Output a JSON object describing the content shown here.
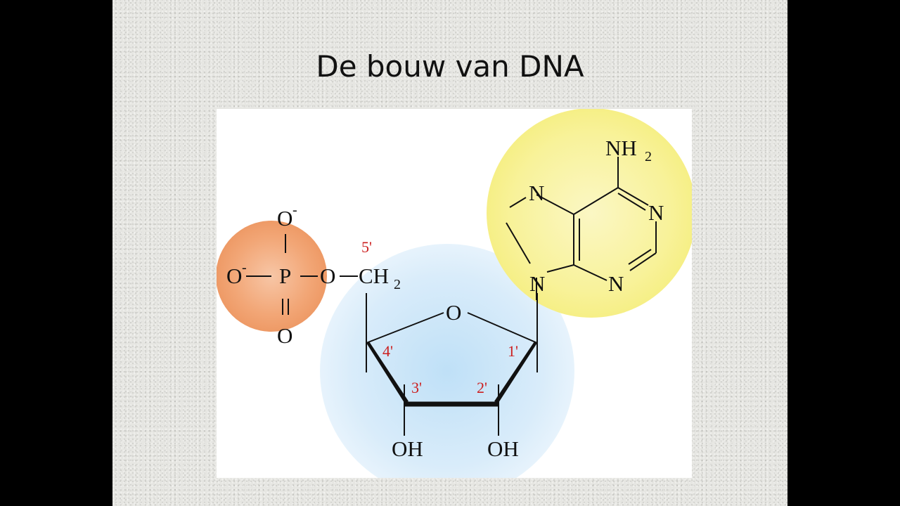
{
  "slide": {
    "title": "De bouw van DNA"
  },
  "diagram": {
    "phosphate": {
      "o_top": "O",
      "o_top_charge": "-",
      "o_left": "O",
      "o_left_charge": "-",
      "p": "P",
      "o_right": "O",
      "o_bottom": "O",
      "color": "#f2a070"
    },
    "sugar": {
      "ch": "CH",
      "ch_sub": "2",
      "ring_o": "O",
      "oh_left": "OH",
      "oh_right": "OH",
      "color": "#a8d4f2"
    },
    "base": {
      "nh": "NH",
      "nh_sub": "2",
      "n_top_left": "N",
      "n_right": "N",
      "n_bottom": "N",
      "n_glycosidic": "N",
      "color": "#f7f07a"
    },
    "carbon_numbers": {
      "c5": "5'",
      "c4": "4'",
      "c3": "3'",
      "c2": "2'",
      "c1": "1'",
      "color": "#cc1f1f"
    }
  }
}
